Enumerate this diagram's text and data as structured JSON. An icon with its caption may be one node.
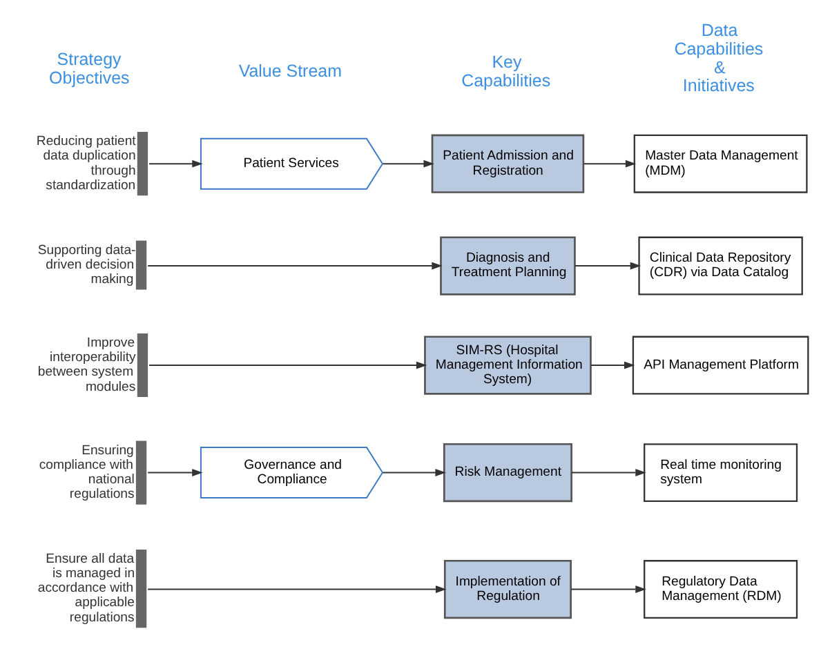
{
  "diagram": {
    "nodes": [
      {
        "text": [
          "Reducing patient data duplication through standardization"
        ]
      },
      {
        "text": [
          "Patient Services"
        ]
      },
      {
        "text": [
          "Patient Admission and Registration"
        ]
      },
      {
        "text": [
          "Master Data Management (MDM)"
        ]
      },
      {
        "text": [
          "Supporting data-driven decision making"
        ]
      },
      {
        "text": [
          "Diagnosis and Treatment Planning"
        ]
      },
      {
        "text": [
          "Clinical Data Repository (CDR) via Data Catalog"
        ]
      },
      {
        "text": [
          "Improve interoperability between system modules"
        ]
      },
      {
        "text": [
          "SIM-RS (Hospital Management Information System)"
        ]
      },
      {
        "text": [
          "API Management Platform"
        ]
      },
      {
        "text": [
          "Ensuring compliance with national regulations"
        ]
      },
      {
        "text": [
          "Governance and Compliance"
        ]
      },
      {
        "text": [
          "Risk Management"
        ]
      },
      {
        "text": [
          "Real time monitoring system"
        ]
      },
      {
        "text": [
          "Ensure all data is managed in accordance with applicable regulations"
        ]
      },
      {
        "text": [
          "Implementation of Regulation"
        ]
      },
      {
        "text": [
          "Regulatory Data Management (RDM)"
        ]
      }
    ],
    "edges": [
      {
        "from": 0,
        "to": 1,
        "arrow": "to"
      },
      {
        "from": 1,
        "to": 2,
        "arrow": "to"
      },
      {
        "from": 2,
        "to": 3,
        "arrow": "to"
      },
      {
        "from": 4,
        "to": 5,
        "arrow": "to"
      },
      {
        "from": 5,
        "to": 6,
        "arrow": "to"
      },
      {
        "from": 7,
        "to": 8,
        "arrow": "to"
      },
      {
        "from": 8,
        "to": 9,
        "arrow": "to"
      },
      {
        "from": 10,
        "to": 11,
        "arrow": "to"
      },
      {
        "from": 11,
        "to": 12,
        "arrow": "to"
      },
      {
        "from": 12,
        "to": 13,
        "arrow": "to"
      },
      {
        "from": 14,
        "to": 15,
        "arrow": "to"
      },
      {
        "from": 15,
        "to": 16,
        "arrow": "to"
      }
    ],
    "labels": [
      "Strategy Objectives",
      "Value Stream",
      "Key Capabilities",
      "Data Capabilities & Initiatives"
    ]
  }
}
